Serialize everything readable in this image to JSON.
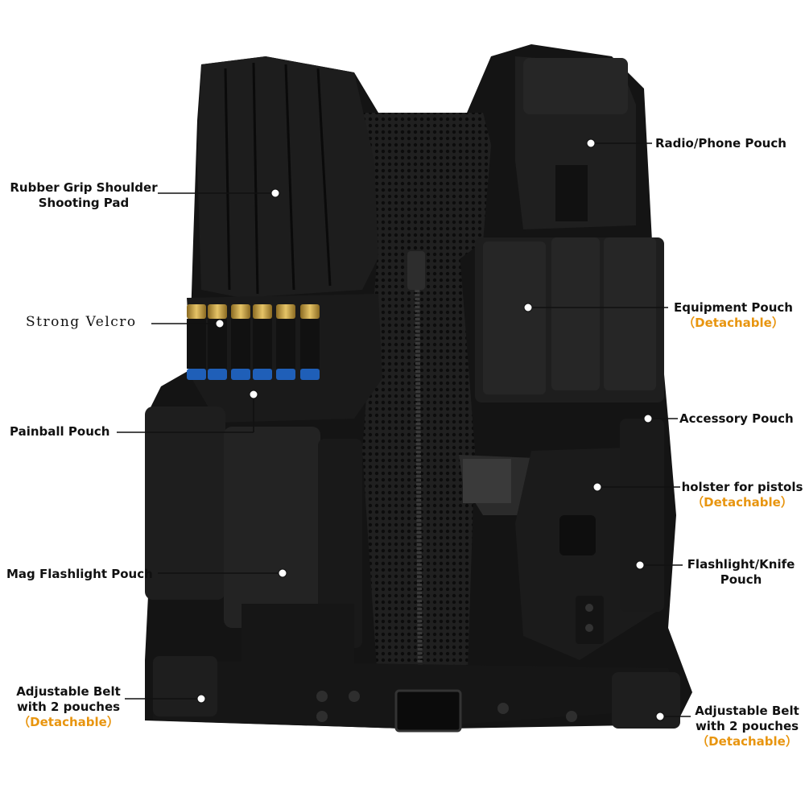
{
  "colors": {
    "vest": "#141414",
    "vest_highlight": "#2a2a2a",
    "mesh": "#1e1e1e",
    "shell_brass": "#c9a24a",
    "shell_blue": "#1f5fb8",
    "detachable": "#e8950f",
    "callout_line": "#111111"
  },
  "product": {
    "image_subject": "tactical-vest"
  },
  "callouts": {
    "shoulder_pad": {
      "line1": "Rubber Grip Shoulder",
      "line2": "Shooting Pad"
    },
    "strong_velcro": {
      "label": "Strong Velcro"
    },
    "paintball_pouch": {
      "label": "Painball Pouch"
    },
    "mag_flashlight_pouch": {
      "label": "Mag Flashlight Pouch"
    },
    "belt_left": {
      "line1": "Adjustable Belt",
      "line2": "with 2 pouches",
      "detachable": "（Detachable）"
    },
    "radio_phone_pouch": {
      "label": "Radio/Phone Pouch"
    },
    "equipment_pouch": {
      "label": "Equipment Pouch",
      "detachable": "（Detachable）"
    },
    "accessory_pouch": {
      "label": "Accessory Pouch"
    },
    "holster": {
      "label": "holster for pistols",
      "detachable": "（Detachable）"
    },
    "flashlight_knife_pouch": {
      "line1": "Flashlight/Knife",
      "line2": "Pouch"
    },
    "belt_right": {
      "line1": "Adjustable Belt",
      "line2": "with 2 pouches",
      "detachable": "（Detachable）"
    }
  }
}
